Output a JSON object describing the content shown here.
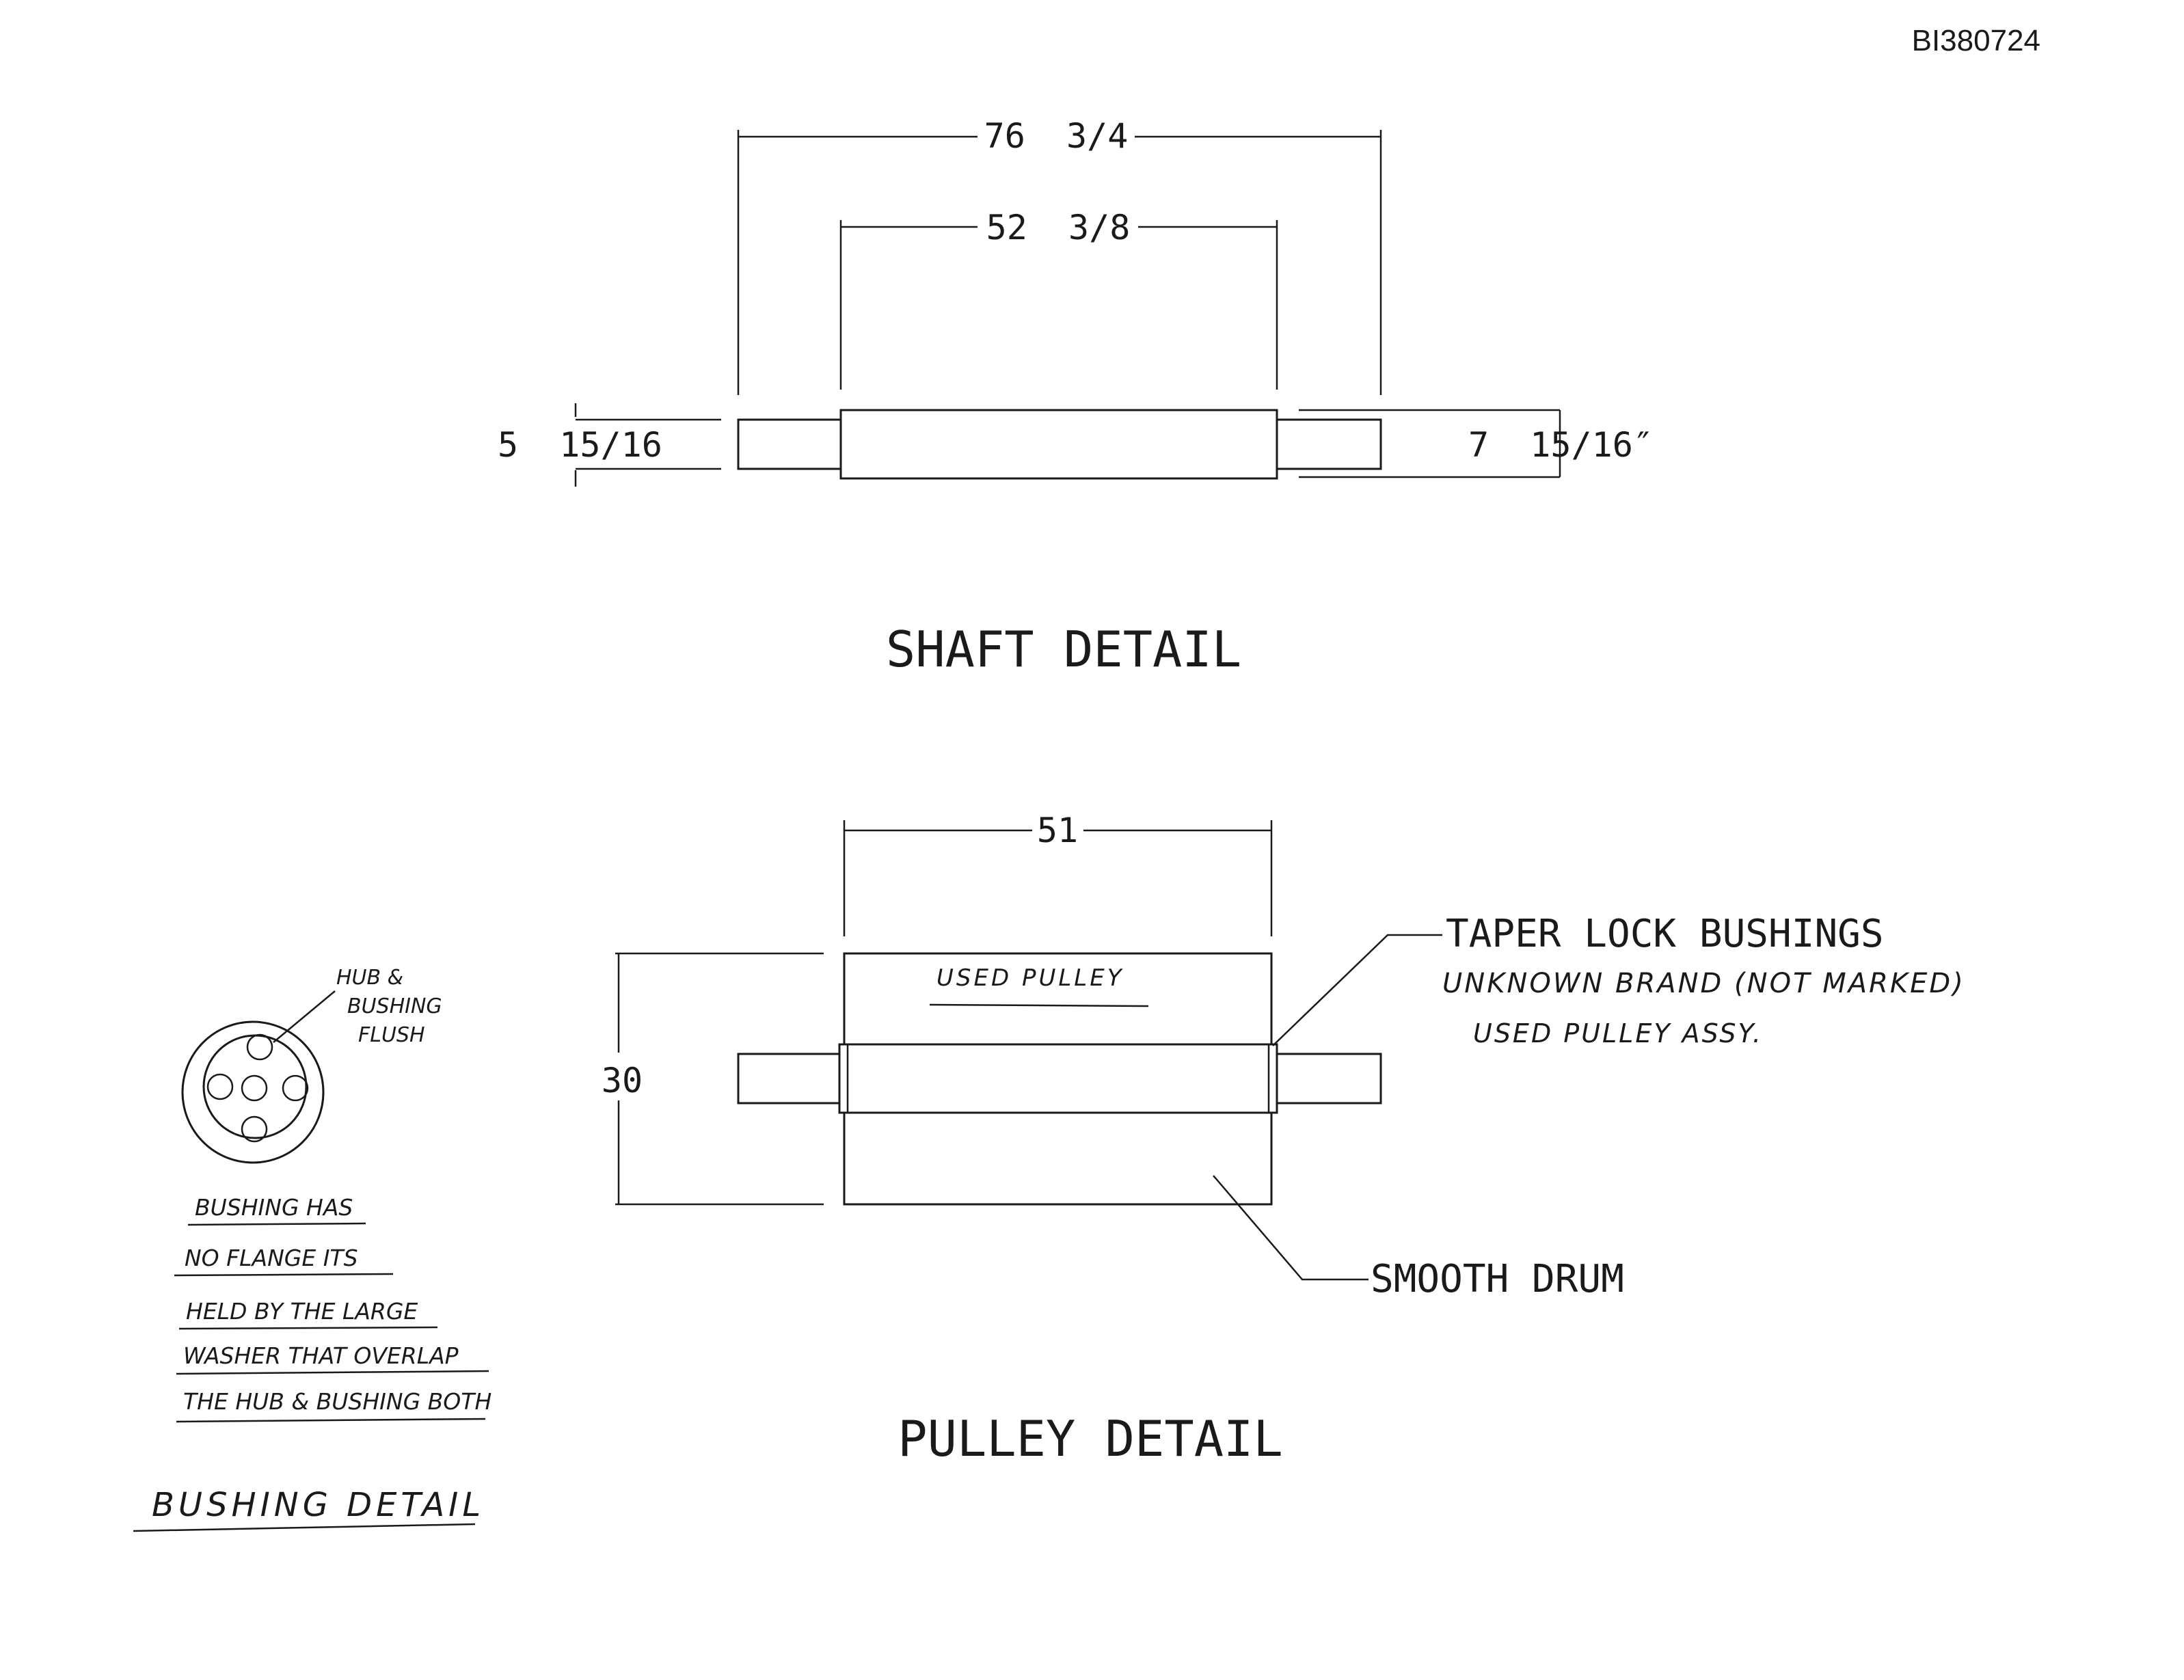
{
  "drawing_number": "BI380724",
  "shaft_detail": {
    "title": "SHAFT DETAIL",
    "overall_length": "76  3/4",
    "body_length": "52  3/8",
    "left_dim": "5  15/16",
    "right_dim": "7  15/16″"
  },
  "pulley_detail": {
    "title": "PULLEY DETAIL",
    "face_width": "51",
    "diameter": "30",
    "label_on_drum": "USED PULLEY",
    "callout_bushings": "TAPER LOCK BUSHINGS",
    "note_line_1": "UNKNOWN BRAND (NOT MARKED)",
    "note_line_2": "USED PULLEY ASSY.",
    "callout_drum": "SMOOTH DRUM"
  },
  "bushing_detail": {
    "title": "BUSHING DETAIL",
    "hub_note": [
      "HUB &",
      "BUSHING",
      "FLUSH"
    ],
    "notes": [
      "BUSHING HAS",
      "NO FLANGE ITS",
      "HELD BY THE LARGE",
      "WASHER THAT OVERLAP",
      "THE HUB & BUSHING BOTH"
    ]
  }
}
